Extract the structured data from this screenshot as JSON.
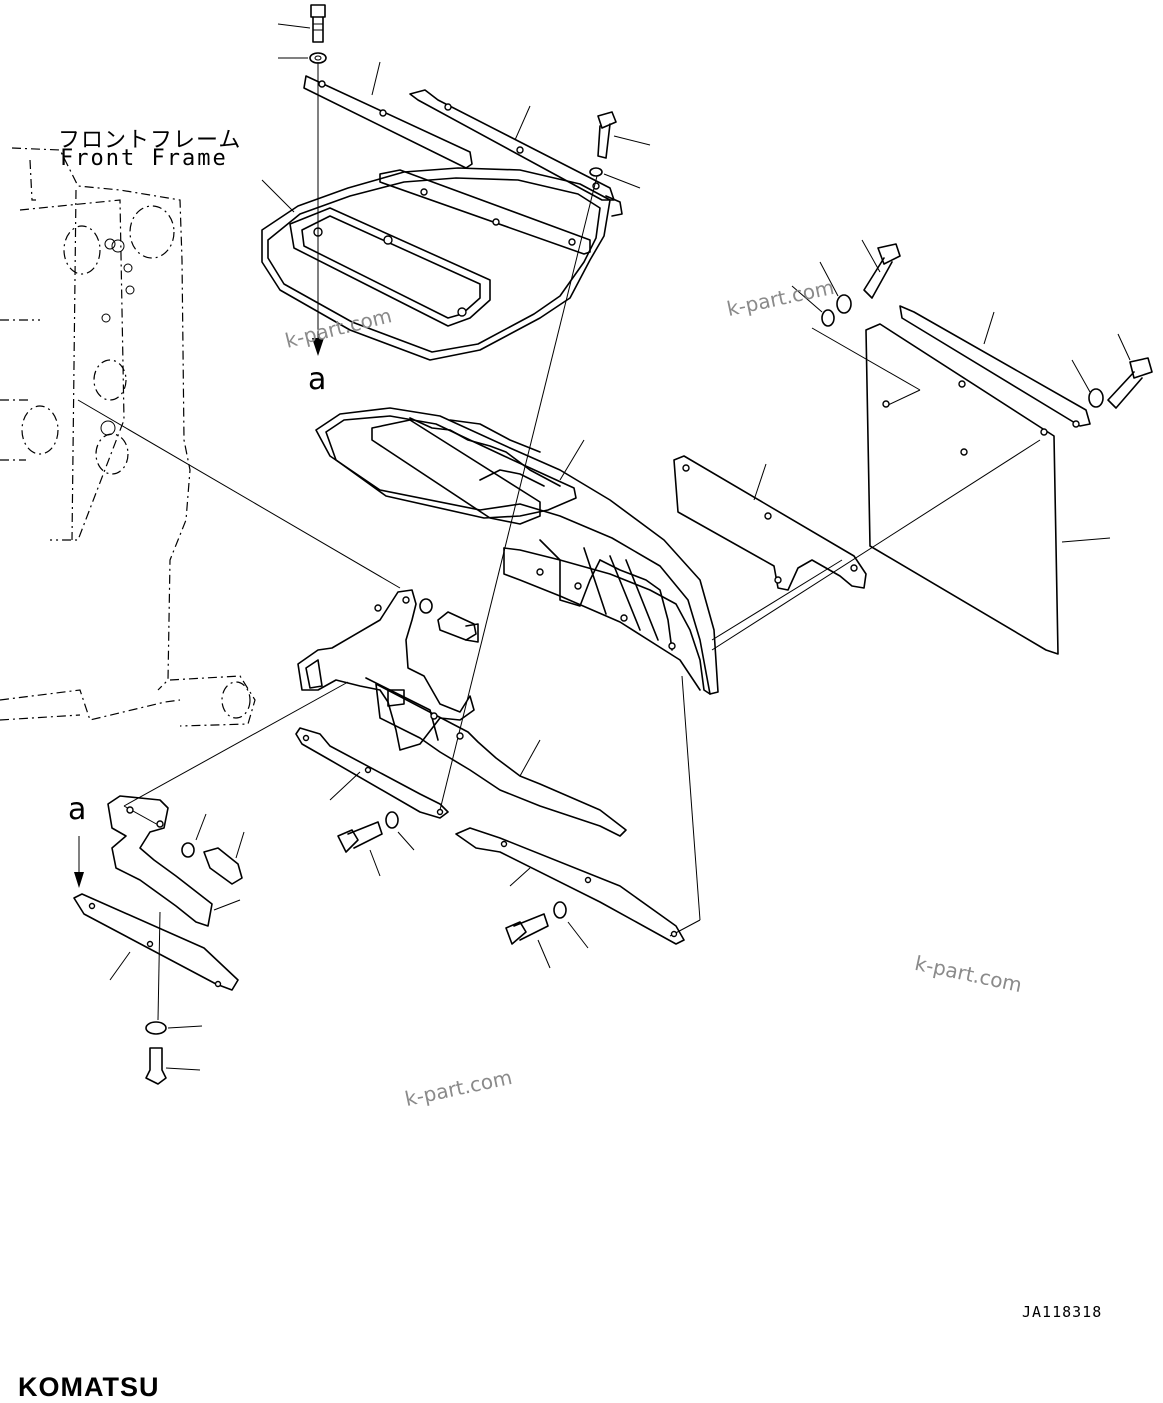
{
  "labels": {
    "front_frame_jp": "フロントフレーム",
    "front_frame_en": "Front Frame",
    "ref_a_top": "a",
    "ref_a_bottom": "a"
  },
  "watermarks": [
    "k-part.com",
    "k-part.com",
    "k-part.com",
    "k-part.com"
  ],
  "drawing_code": "JA118318",
  "brand": "KOMATSU",
  "colors": {
    "line": "#000000",
    "watermark": "#8a8a8a",
    "background": "#ffffff"
  }
}
